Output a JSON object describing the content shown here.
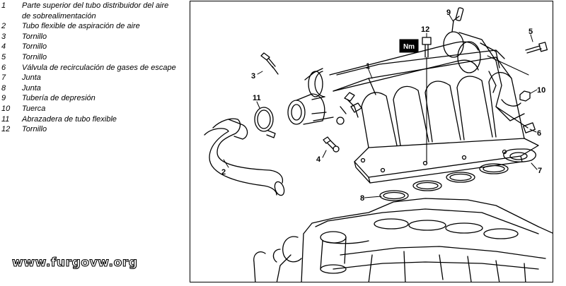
{
  "legend": {
    "items": [
      {
        "num": "1",
        "text": "Parte superior del tubo distribuidor del aire de sobrealimentación"
      },
      {
        "num": "2",
        "text": "Tubo flexible de aspiración de aire"
      },
      {
        "num": "3",
        "text": "Tornillo"
      },
      {
        "num": "4",
        "text": "Tornillo"
      },
      {
        "num": "5",
        "text": "Tornillo"
      },
      {
        "num": "6",
        "text": "Válvula de recirculación de gases de escape"
      },
      {
        "num": "7",
        "text": "Junta"
      },
      {
        "num": "8",
        "text": "Junta"
      },
      {
        "num": "9",
        "text": "Tubería de depresión"
      },
      {
        "num": "10",
        "text": "Tuerca"
      },
      {
        "num": "11",
        "text": "Abrazadera de tubo flexible"
      },
      {
        "num": "12",
        "text": "Tornillo"
      }
    ]
  },
  "watermark": "www.furgovw.org",
  "diagram": {
    "torque_badge": "Nm",
    "callouts": {
      "c1": "1",
      "c2": "2",
      "c3": "3",
      "c4": "4",
      "c5": "5",
      "c6": "6",
      "c7": "7",
      "c8": "8",
      "c9": "9",
      "c10": "10",
      "c11": "11",
      "c12": "12"
    }
  }
}
